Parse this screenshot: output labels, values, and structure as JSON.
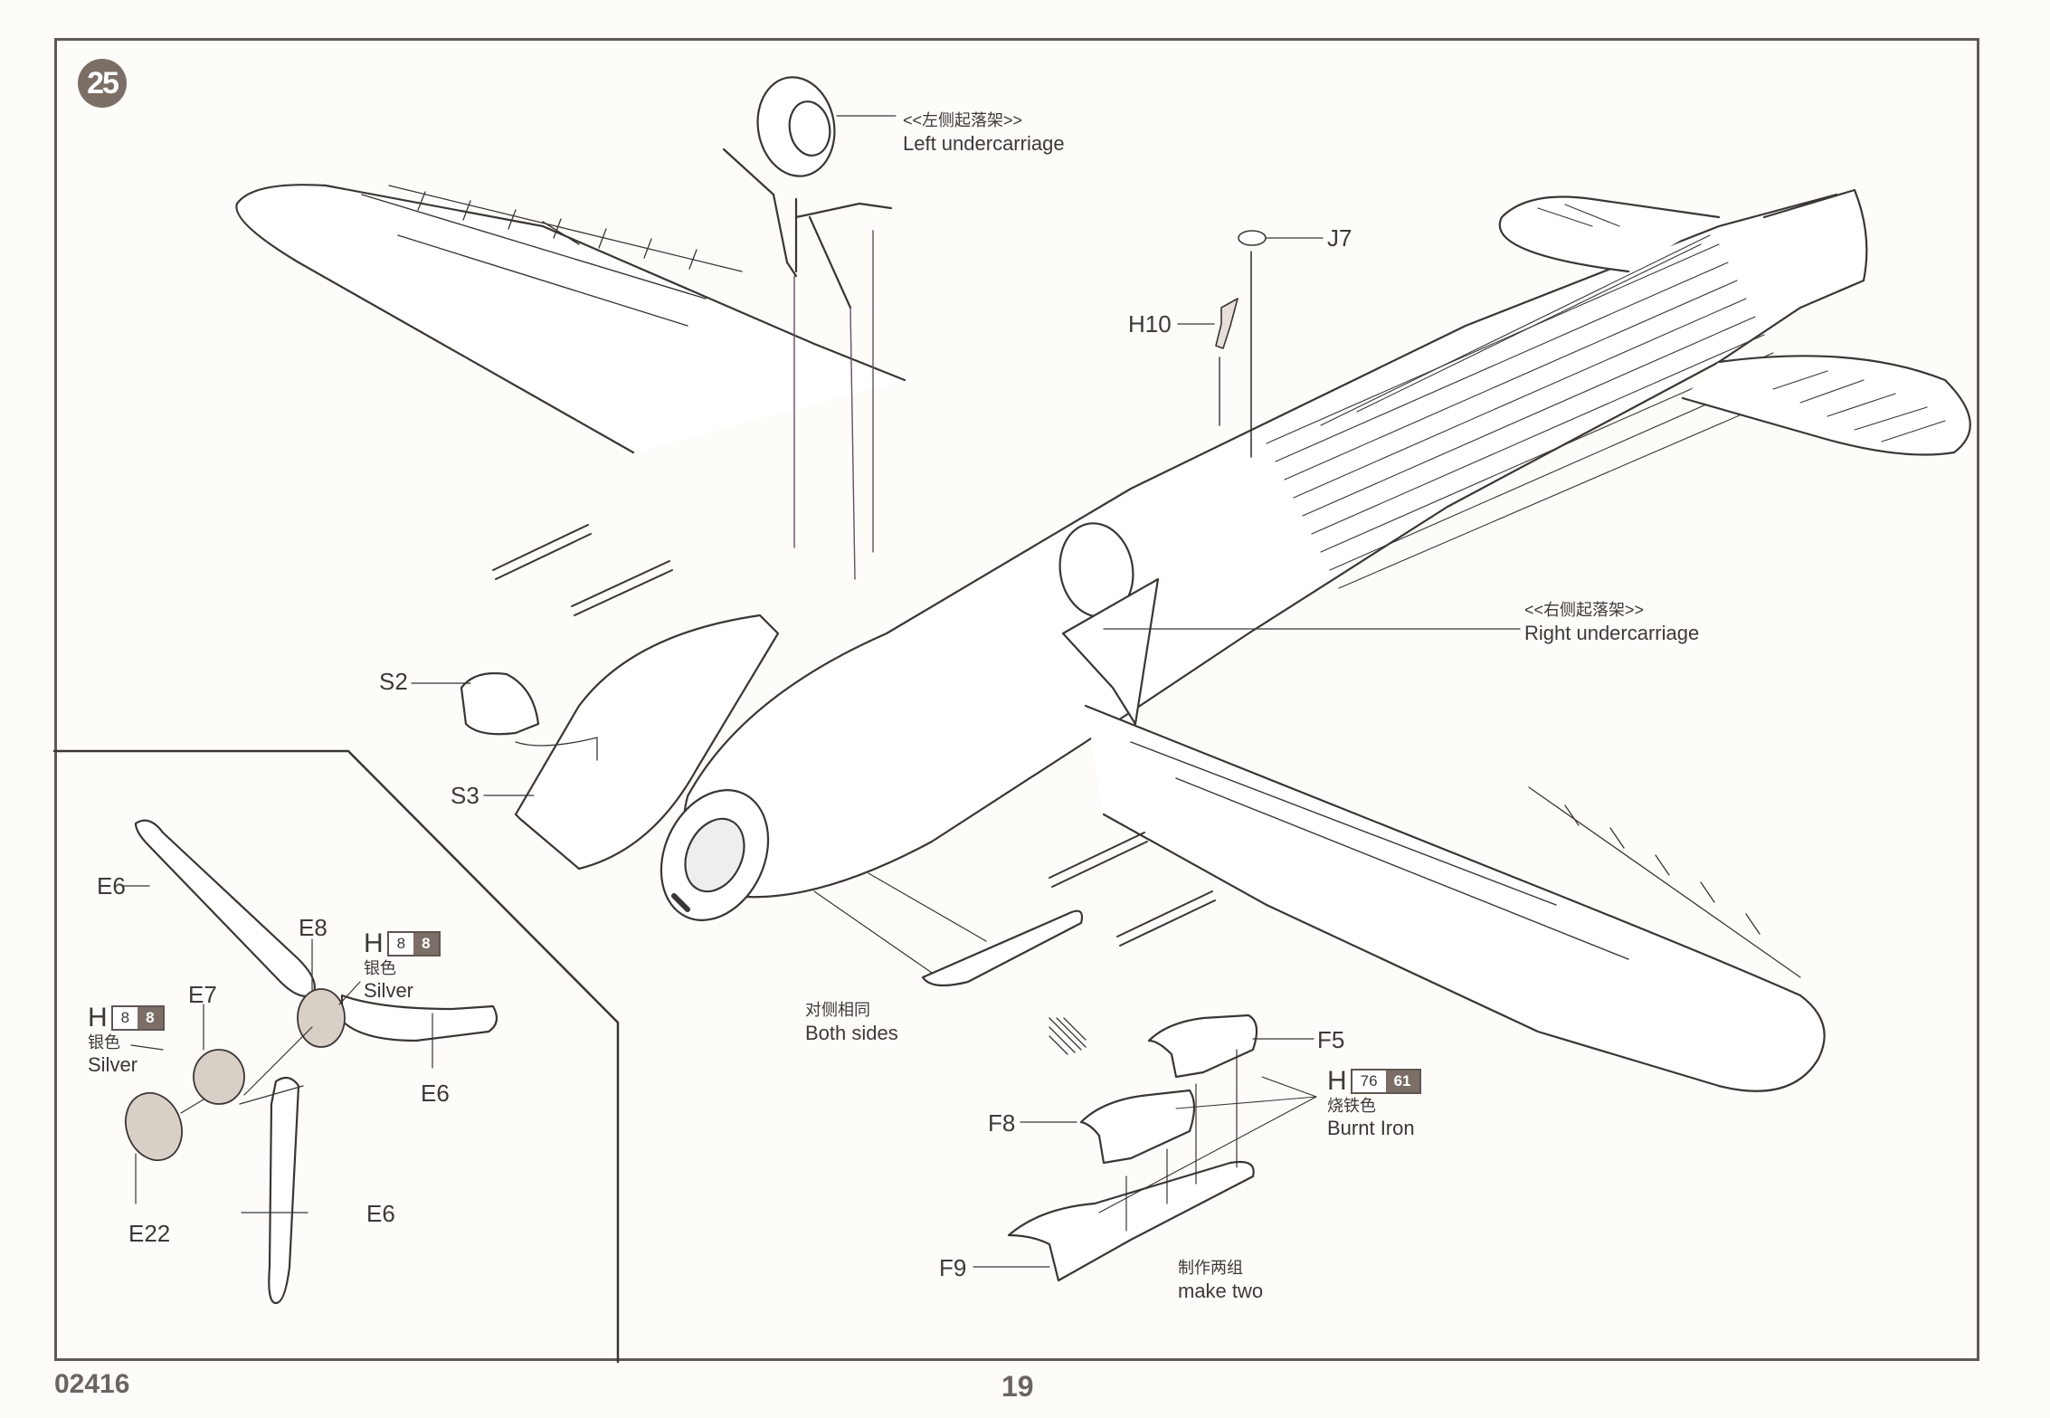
{
  "document": {
    "type": "model kit assembly instructions",
    "step_number": "25",
    "kit_code": "02416",
    "page_number": "19"
  },
  "callouts": {
    "left_undercarriage": {
      "cn": "<<左侧起落架>>",
      "en": "Left undercarriage"
    },
    "right_undercarriage": {
      "cn": "<<右侧起落架>>",
      "en": "Right undercarriage"
    },
    "both_sides": {
      "cn": "对侧相同",
      "en": "Both sides"
    },
    "make_two": {
      "cn": "制作两组",
      "en": "make two"
    }
  },
  "part_labels": {
    "j7": "J7",
    "h10": "H10",
    "s2": "S2",
    "s3": "S3",
    "f5": "F5",
    "f8": "F8",
    "f9": "F9",
    "e6_top": "E6",
    "e6_right": "E6",
    "e6_bottom": "E6",
    "e7": "E7",
    "e8": "E8",
    "e22": "E22"
  },
  "paint_refs": [
    {
      "id": "e8-paint",
      "prefix": "H",
      "code_a": "8",
      "code_b": "8",
      "cn": "银色",
      "en": "Silver"
    },
    {
      "id": "e7-paint",
      "prefix": "H",
      "code_a": "8",
      "code_b": "8",
      "cn": "银色",
      "en": "Silver"
    },
    {
      "id": "exhaust-paint",
      "prefix": "H",
      "code_a": "76",
      "code_b": "61",
      "cn": "烧铁色",
      "en": "Burnt Iron"
    }
  ],
  "colors": {
    "badge": "#7b6e66",
    "line": "#3a3633",
    "frame": "#5f5a56",
    "part_fill_silver": "#d8cfc7",
    "paper": "#fdfcf8"
  }
}
